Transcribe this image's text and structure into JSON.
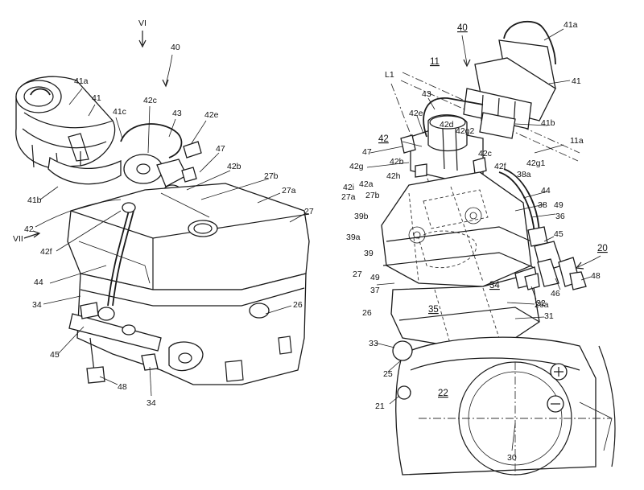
{
  "left_figure": {
    "view_marks": [
      "VI",
      "VII"
    ],
    "labels": [
      "40",
      "41a",
      "41",
      "41c",
      "42c",
      "43",
      "42e",
      "47",
      "42b",
      "27b",
      "27a",
      "27",
      "41b",
      "42",
      "42f",
      "44",
      "34",
      "26",
      "45",
      "48"
    ],
    "ref_34_lower": "34"
  },
  "right_figure": {
    "labels": [
      "40",
      "11",
      "L1",
      "41a",
      "41",
      "43",
      "42e",
      "42d",
      "42g2",
      "41b",
      "42",
      "47",
      "42g",
      "42b",
      "42c",
      "42f",
      "42g1",
      "42h",
      "42a",
      "42i",
      "27a",
      "27b",
      "39b",
      "39a",
      "39",
      "27",
      "49",
      "37",
      "38a",
      "44",
      "49",
      "38",
      "36",
      "45",
      "46",
      "34",
      "48",
      "26a",
      "32",
      "31",
      "35",
      "26",
      "33",
      "25",
      "22",
      "21",
      "30",
      "11a"
    ],
    "ref_20": "20"
  }
}
